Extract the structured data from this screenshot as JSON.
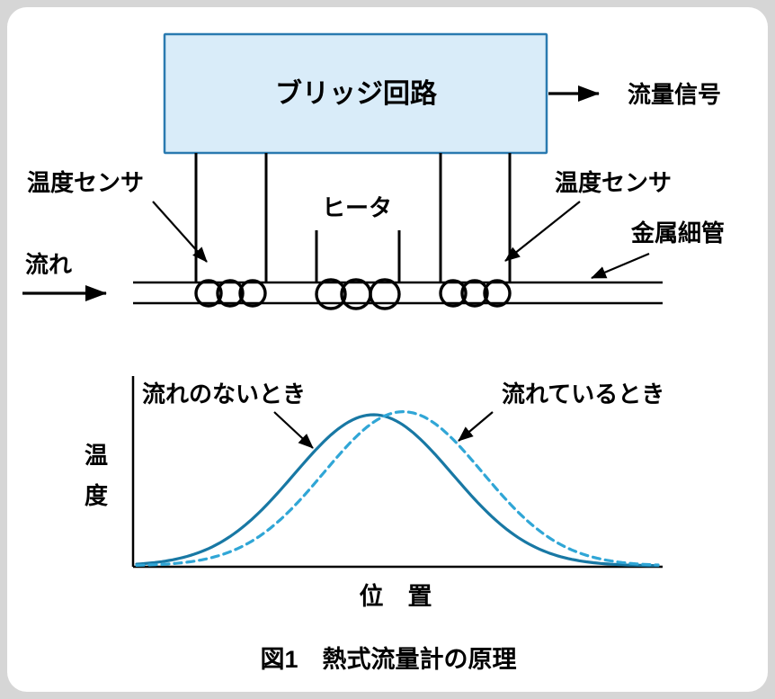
{
  "figure": {
    "caption": "図1　熱式流量計の原理"
  },
  "schematic": {
    "bridge_box_label": "ブリッジ回路",
    "flow_signal_label": "流量信号",
    "temp_sensor_left_label": "温度センサ",
    "temp_sensor_right_label": "温度センサ",
    "heater_label": "ヒータ",
    "tube_label": "金属細管",
    "flow_label": "流れ",
    "colors": {
      "box_fill": "#d9ecf9",
      "box_stroke": "#2a7ab0",
      "line": "#000000"
    }
  },
  "graph": {
    "y_axis_label_chars": [
      "温",
      "度"
    ],
    "x_axis_label": "位　置",
    "chart_data": {
      "type": "line",
      "title": "",
      "xlabel": "位置",
      "ylabel": "温度",
      "grid": false,
      "note": "qualitative temperature-vs-position profiles along the tube"
    },
    "series": [
      {
        "name": "流れのないとき",
        "style": "solid",
        "color": "#1878a4",
        "peak_x": 0.455,
        "sigma": 0.151,
        "amplitude": 1.0
      },
      {
        "name": "流れているとき",
        "style": "dashed",
        "color": "#30a6d6",
        "peak_x": 0.512,
        "sigma": 0.151,
        "amplitude": 1.02
      }
    ]
  }
}
